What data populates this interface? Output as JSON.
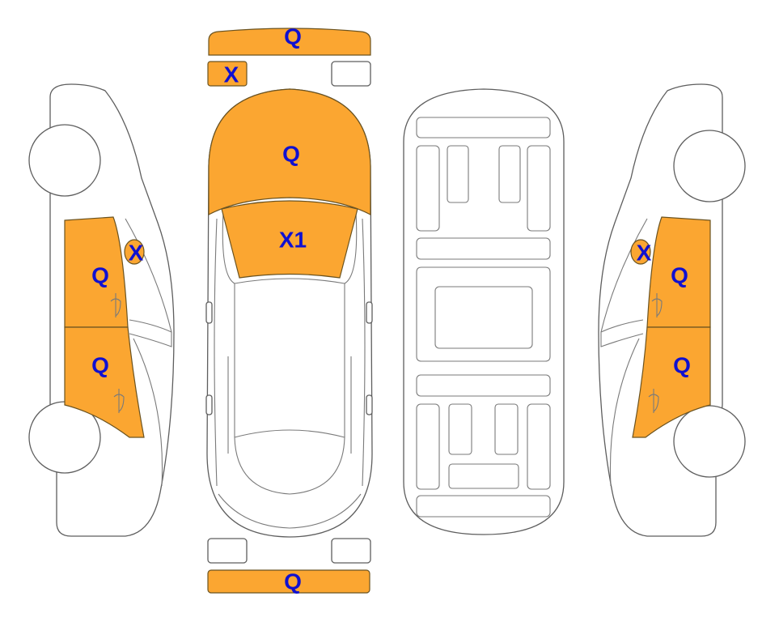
{
  "colors": {
    "damage_fill": "#FBA631",
    "mark_text": "#1010D0",
    "outline": "#5E5E5E"
  },
  "marks": {
    "front_bumper": "Q",
    "front_left_light": "X",
    "hood": "Q",
    "windshield": "X1",
    "left_rear_door": "Q",
    "left_front_door": "Q",
    "left_mirror": "X",
    "right_rear_door": "Q",
    "right_front_door": "Q",
    "right_mirror": "X",
    "rear_bumper": "Q"
  }
}
